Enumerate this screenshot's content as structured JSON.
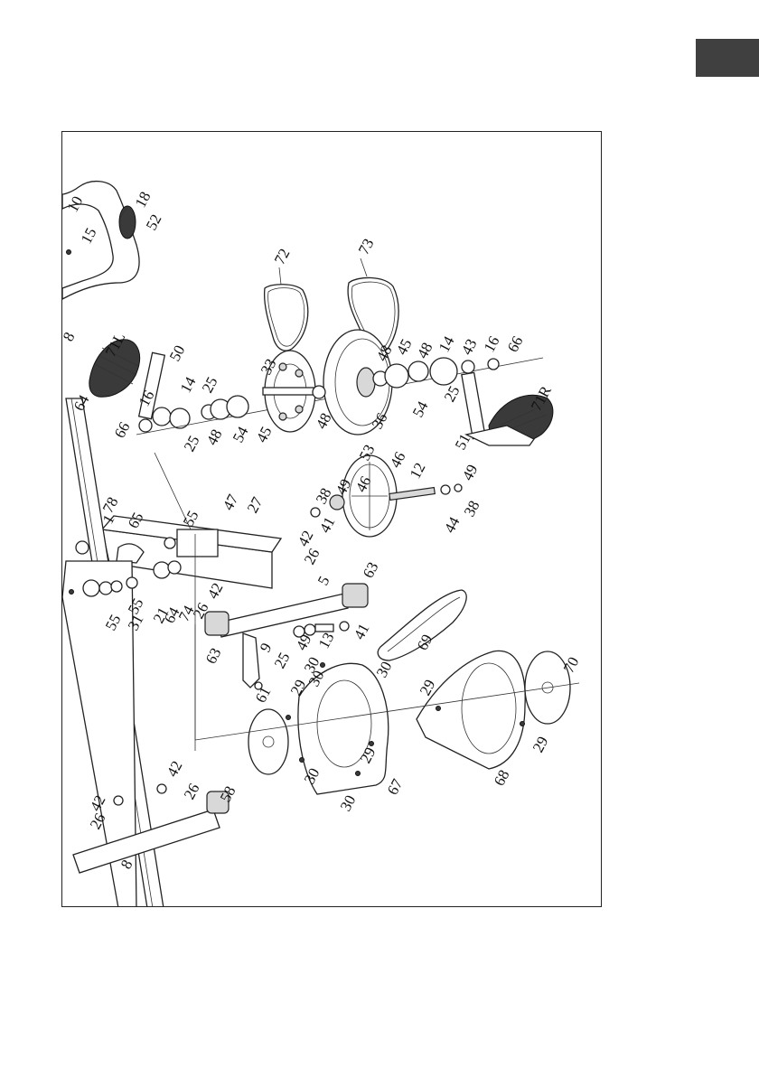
{
  "page": {
    "tab_color": "#404040",
    "frame_label": ""
  },
  "parts": {
    "p10": "10",
    "p18": "18",
    "p52": "52",
    "p15": "15",
    "p72": "72",
    "p73": "73",
    "p71L": "71L",
    "p50": "50",
    "p33": "33",
    "p14a": "14",
    "p25a": "25",
    "p16a": "16",
    "p66a": "66",
    "p25b": "25",
    "p48a": "48",
    "p54a": "54",
    "p45a": "45",
    "p48b": "48",
    "p36": "36",
    "p48c": "48",
    "p45b": "45",
    "p54b": "54",
    "p48d": "48",
    "p14b": "14",
    "p43": "43",
    "p16b": "16",
    "p66b": "66",
    "p25c": "25",
    "p71R": "71R",
    "p51": "51",
    "p64a": "64",
    "p8a": "8",
    "p53": "53",
    "p46a": "46",
    "p12": "12",
    "p49a": "49",
    "p38a": "38",
    "p49b": "49",
    "p46b": "46",
    "p44": "44",
    "p38b": "38",
    "p41a": "41",
    "p47": "47",
    "p27": "27",
    "p55a": "55",
    "p78": "78",
    "p1": "1",
    "p65": "65",
    "p42a": "42",
    "p26a": "26",
    "p5": "5",
    "p63a": "63",
    "p55b": "55",
    "p31": "31",
    "p21": "21",
    "p64b": "64",
    "p74": "74",
    "p55c": "55",
    "p42b": "42",
    "p26b": "26",
    "p63b": "63",
    "p9": "9",
    "p25d": "25",
    "p61": "61",
    "p49c": "49",
    "p13": "13",
    "p41b": "41",
    "p69": "69",
    "p30a": "30",
    "p30b": "30",
    "p30c": "30",
    "p29a": "29",
    "p29b": "29",
    "p29c": "29",
    "p70": "70",
    "p29d": "29",
    "p30d": "30",
    "p30e": "30",
    "p67": "67",
    "p68": "68",
    "p42c": "42",
    "p26c": "26",
    "p42d": "42",
    "p26d": "26",
    "p58": "58",
    "p8b": "8"
  }
}
